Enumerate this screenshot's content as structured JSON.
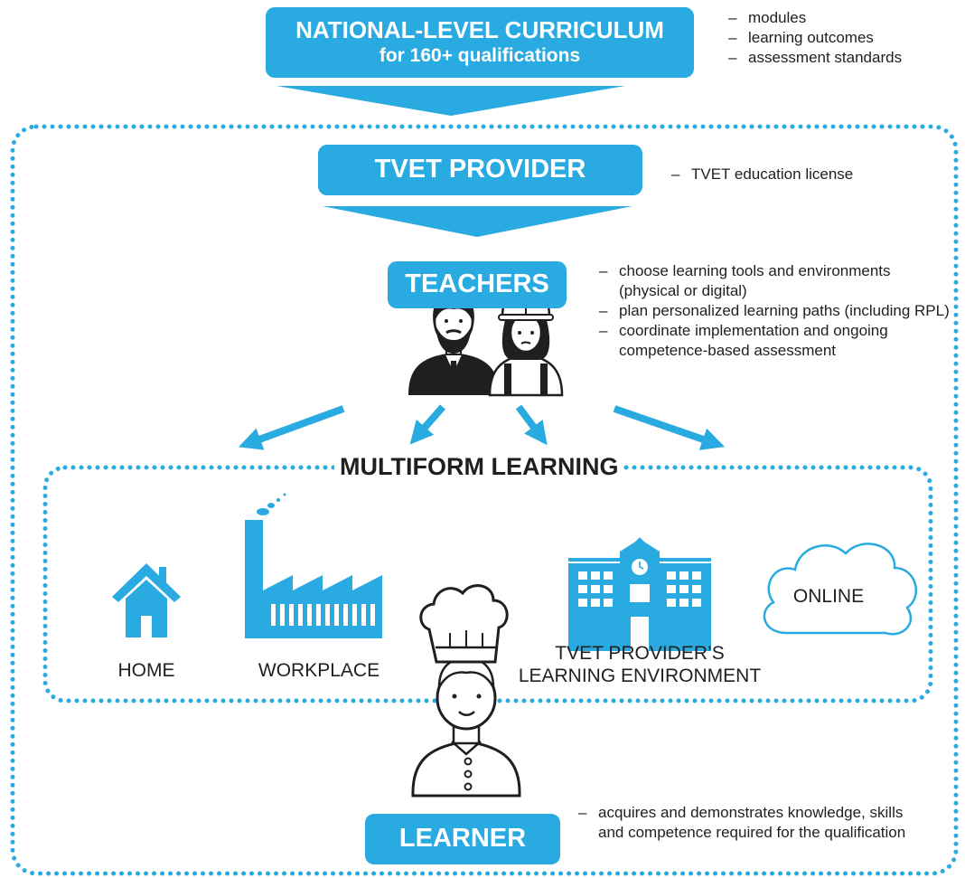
{
  "colors": {
    "accent": "#29abe2",
    "outline": "#1f1f1f"
  },
  "curriculum": {
    "title": "NATIONAL-LEVEL CURRICULUM",
    "subtitle": "for 160+ qualifications",
    "notes": [
      "modules",
      "learning outcomes",
      "assessment standards"
    ]
  },
  "provider": {
    "title": "TVET PROVIDER",
    "notes": [
      "TVET education license"
    ]
  },
  "teachers": {
    "title": "TEACHERS",
    "notes": [
      "choose learning tools and environments (physical or digital)",
      "plan personalized learning paths (including RPL)",
      "coordinate implementation and ongoing competence-based assessment"
    ]
  },
  "multiform": {
    "title": "MULTIFORM LEARNING",
    "environments": {
      "home": "HOME",
      "workplace": "WORKPLACE",
      "provider_env_line1": "TVET PROVIDER’S",
      "provider_env_line2": "LEARNING ENVIRONMENT",
      "online": "ONLINE"
    }
  },
  "learner": {
    "title": "LEARNER",
    "notes": [
      "acquires and demonstrates knowledge, skills and competence required for the qualification"
    ]
  },
  "icons": [
    "arrow-down-icon",
    "teacher-man-icon",
    "teacher-woman-icon",
    "home-icon",
    "factory-icon",
    "school-building-icon",
    "cloud-icon",
    "chef-learner-icon"
  ]
}
